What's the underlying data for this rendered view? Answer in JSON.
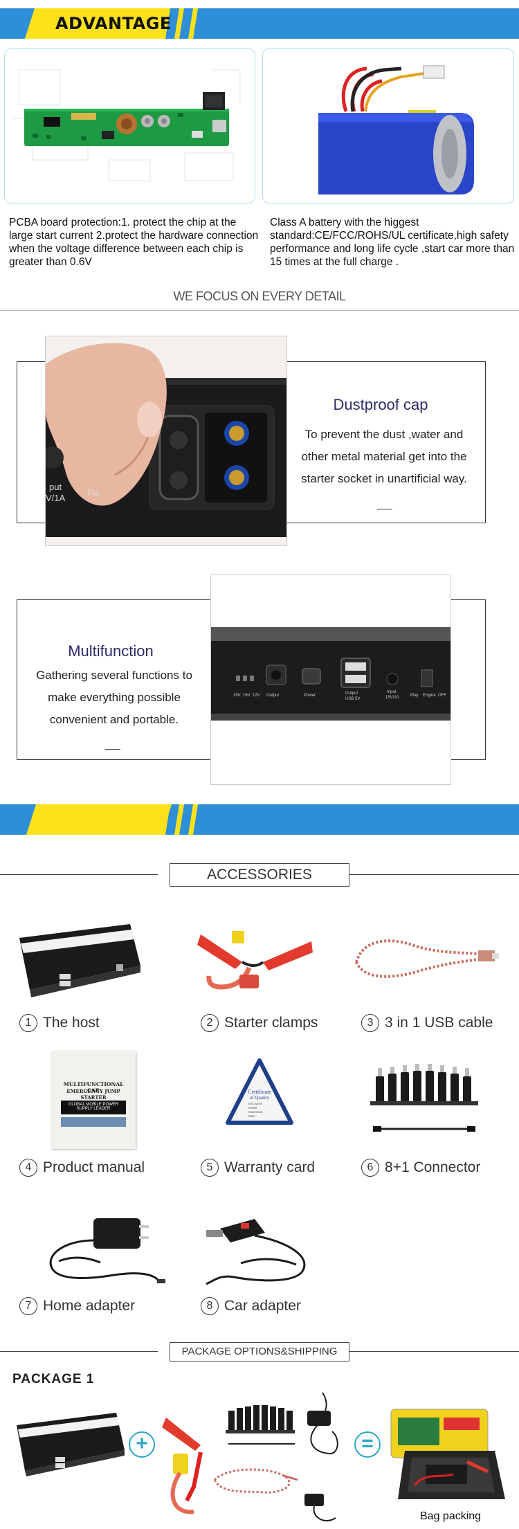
{
  "banner": {
    "title": "ADVANTAGE",
    "color": "#2e8fd8",
    "accent": "#fde21a"
  },
  "advantages": [
    {
      "text": "PCBA board protection:1. protect the chip at the large start current  2.protect the hardware connection when the voltage difference between each chip is greater than 0.6V"
    },
    {
      "text": "Class A battery with the higgest standard:CE/FCC/ROHS/UL certificate,high safety performance and long life cycle ,start car more than 15 times at the full charge ."
    }
  ],
  "focus_title": "WE FOCUS ON EVERY DETAIL",
  "features": [
    {
      "title": "Dustproof cap",
      "text": "To prevent the dust ,water and other metal material get into the starter socket in unartificial way."
    },
    {
      "title": "Multifunction",
      "text": "Gathering several functions to make everything possible convenient and portable."
    }
  ],
  "photo_text": {
    "input_a": "put",
    "input_b": "V/1A",
    "pla": "Pla",
    "ports": [
      "19V",
      "16V",
      "12V"
    ],
    "output": "Output",
    "power": "Power",
    "usb_a": "Output",
    "usb_b": "USB 5V",
    "inp_a": "Input",
    "inp_b": "15V/1A",
    "play": "Play",
    "engine": "Engine",
    "off": "OFF"
  },
  "accessories": {
    "title": "ACCESSORIES",
    "items": [
      {
        "num": "1",
        "label": "The host"
      },
      {
        "num": "2",
        "label": "Starter clamps"
      },
      {
        "num": "3",
        "label": "3 in 1 USB cable"
      },
      {
        "num": "4",
        "label": "Product manual"
      },
      {
        "num": "5",
        "label": "Warranty card"
      },
      {
        "num": "6",
        "label": "8+1 Connector"
      },
      {
        "num": "7",
        "label": "Home adapter"
      },
      {
        "num": "8",
        "label": "Car adapter"
      }
    ],
    "manual_text": [
      "MULTIFUNCTIONAL CAR",
      "EMERGENCY JUMP STARTER",
      "GLOBAL MOBILE POWER",
      "SUPPLY LEADER"
    ],
    "card_text": [
      "Certificate",
      "of Quality",
      "test name",
      "Model",
      "Inspection",
      "Date"
    ]
  },
  "package": {
    "section_title": "PACKAGE OPTIONS&SHIPPING",
    "title": "PACKAGE 1",
    "plus": "+",
    "equals": "=",
    "bag_label": "Bag packing"
  }
}
